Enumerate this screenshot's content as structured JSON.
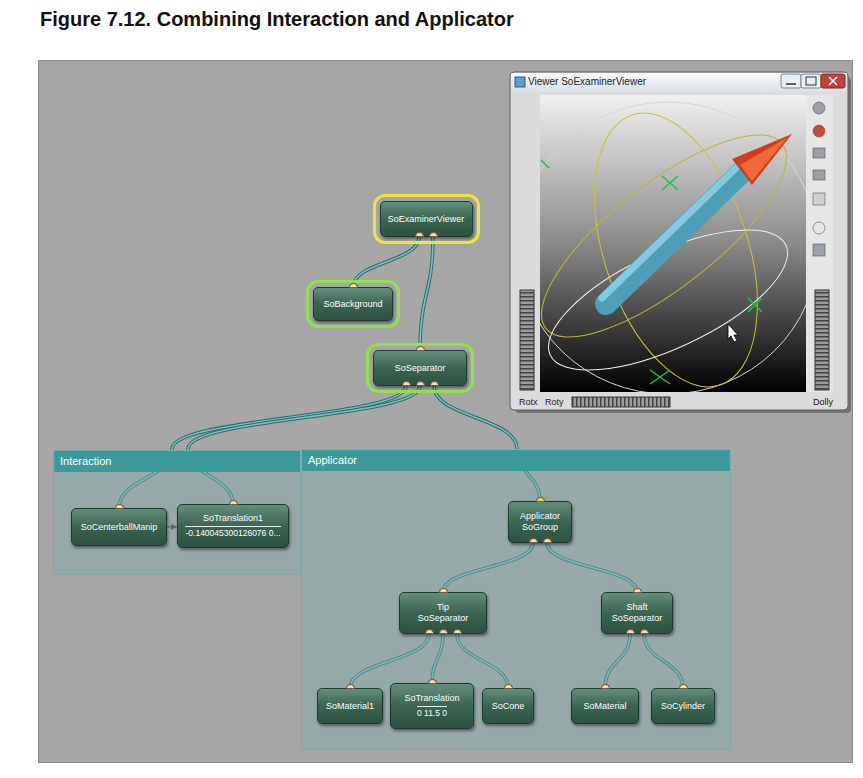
{
  "diagram": {
    "title": "Figure 7.12. Combining Interaction and Applicator",
    "nodes": [
      {
        "text": [
          "SoExaminerViewer"
        ]
      },
      {
        "text": [
          "SoBackground"
        ]
      },
      {
        "text": [
          "SoSeparator"
        ]
      },
      {
        "text": [
          "Interaction"
        ]
      },
      {
        "text": [
          "SoCenterballManip"
        ],
        "in": 3
      },
      {
        "text": [
          "SoTranslation1",
          "-0.140045300126076 0..."
        ],
        "in": 3
      },
      {
        "text": [
          "Applicator"
        ]
      },
      {
        "text": [
          "Applicator",
          "SoGroup"
        ],
        "in": 6
      },
      {
        "text": [
          "Tip",
          "SoSeparator"
        ],
        "in": 6
      },
      {
        "text": [
          "Shaft",
          "SoSeparator"
        ],
        "in": 6
      },
      {
        "text": [
          "SoMaterial1"
        ],
        "in": 6
      },
      {
        "text": [
          "SoTranslation",
          "0 11.5 0"
        ],
        "in": 6
      },
      {
        "text": [
          "SoCone"
        ],
        "in": 6
      },
      {
        "text": [
          "SoMaterial"
        ],
        "in": 6
      },
      {
        "text": [
          "SoCylinder"
        ],
        "in": 6
      }
    ],
    "edges": [
      {
        "from": 0,
        "to": 1,
        "arrow": "none"
      },
      {
        "from": 0,
        "to": 2,
        "arrow": "none"
      },
      {
        "from": 2,
        "to": 4,
        "arrow": "none"
      },
      {
        "from": 2,
        "to": 5,
        "arrow": "none"
      },
      {
        "from": 4,
        "to": 5,
        "arrow": "to"
      },
      {
        "from": 2,
        "to": 7,
        "arrow": "none"
      },
      {
        "from": 7,
        "to": 8,
        "arrow": "none"
      },
      {
        "from": 7,
        "to": 9,
        "arrow": "none"
      },
      {
        "from": 8,
        "to": 10,
        "arrow": "none"
      },
      {
        "from": 8,
        "to": 11,
        "arrow": "none"
      },
      {
        "from": 8,
        "to": 12,
        "arrow": "none"
      },
      {
        "from": 9,
        "to": 13,
        "arrow": "none"
      },
      {
        "from": 9,
        "to": 14,
        "arrow": "none"
      }
    ],
    "labels": [
      "Viewer SoExaminerViewer",
      "Rotx",
      "Roty",
      "Dolly"
    ]
  }
}
